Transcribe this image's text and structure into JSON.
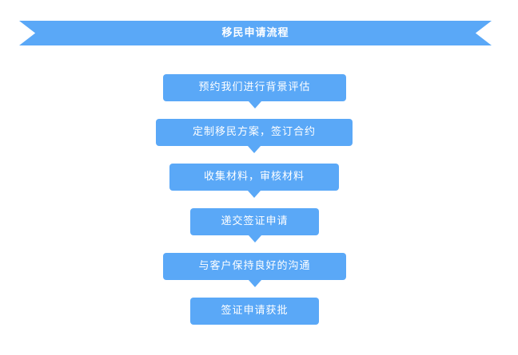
{
  "title": "移民申请流程",
  "steps": [
    "预约我们进行背景评估",
    "定制移民方案，签订合约",
    "收集材料，审核材料",
    "递交签证申请",
    "与客户保持良好的沟通",
    "签证申请获批"
  ],
  "colors": {
    "accent": "#5aa8f7",
    "text": "#ffffff"
  }
}
